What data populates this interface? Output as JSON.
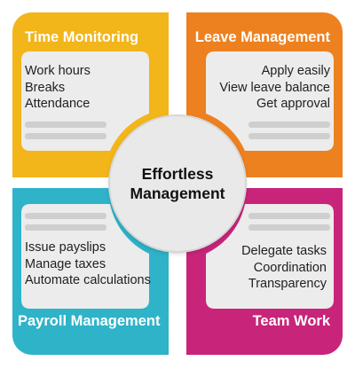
{
  "colors": {
    "time_monitoring": "#f2b51a",
    "leave_management": "#ed8120",
    "payroll_management": "#2fb3c9",
    "team_work": "#c8247a",
    "card": "#ececec",
    "placeholder_line": "#cfcfcf"
  },
  "quadrants": {
    "time_monitoring": {
      "title": "Time Monitoring",
      "items": [
        "Work hours",
        "Breaks",
        "Attendance"
      ]
    },
    "leave_management": {
      "title": "Leave Management",
      "items": [
        "Apply easily",
        "View leave balance",
        "Get approval"
      ]
    },
    "payroll_management": {
      "title": "Payroll Management",
      "items": [
        "Issue payslips",
        "Manage taxes",
        "Automate calculations"
      ]
    },
    "team_work": {
      "title": "Team Work",
      "items": [
        "Delegate tasks",
        "Coordination",
        "Transparency"
      ]
    }
  },
  "center": {
    "line1": "Effortless",
    "line2": "Management"
  }
}
